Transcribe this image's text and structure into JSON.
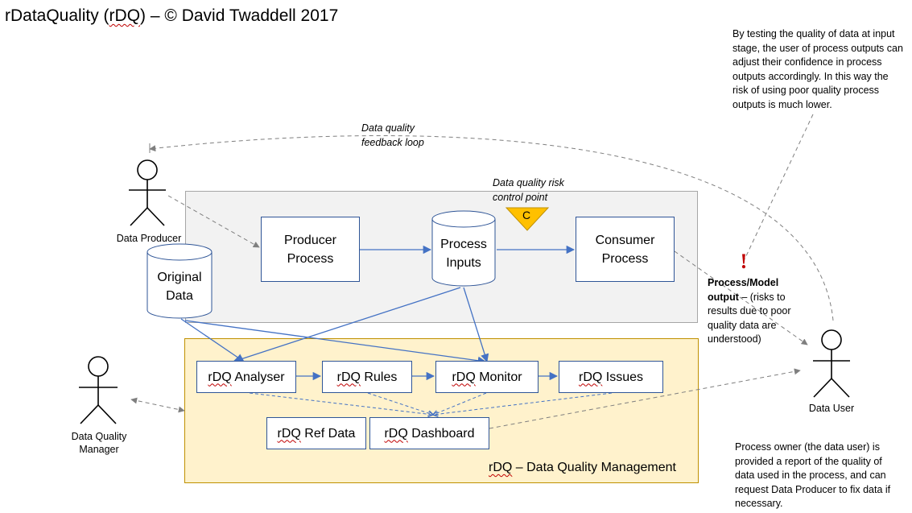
{
  "title": {
    "prefix": "rDataQuality (",
    "code": "rDQ",
    "suffix": ") – © David Twaddell 2017"
  },
  "labels": {
    "feedback_loop": "Data quality feedback loop",
    "risk_control": "Data quality risk control point",
    "control_symbol": "C",
    "risk_note": "By testing the quality of data at input stage, the user of process outputs can adjust their confidence in process outputs accordingly. In this way the risk of using poor quality process outputs is much lower.",
    "output_note_bold": "Process/Model output",
    "output_note_rest": " – (risks to results due to poor quality data are understood)",
    "owner_note": "Process owner (the data user) is provided a report of the quality of data used in the process, and can request Data Producer to fix data if necessary.",
    "exclamation": "!"
  },
  "actors": {
    "producer": "Data Producer",
    "manager": "Data Quality Manager",
    "user": "Data User"
  },
  "process": {
    "producer_process": "Producer Process",
    "process_inputs": "Process Inputs",
    "consumer_process": "Consumer Process",
    "original_data": "Original Data"
  },
  "rdq": {
    "prefix": "rDQ",
    "analyser": " Analyser",
    "rules": " Rules",
    "monitor": " Monitor",
    "issues": " Issues",
    "ref_data": " Ref Data",
    "dashboard": " Dashboard",
    "management": " – Data Quality Management"
  },
  "colors": {
    "arrow": "#4472c4",
    "box_border": "#2f5597",
    "dashed": "#7f7f7f",
    "triangle": "#ffc000",
    "panel_gray": "#f2f2f2",
    "panel_yellow": "#fff2cc",
    "exclamation": "#c00000"
  }
}
